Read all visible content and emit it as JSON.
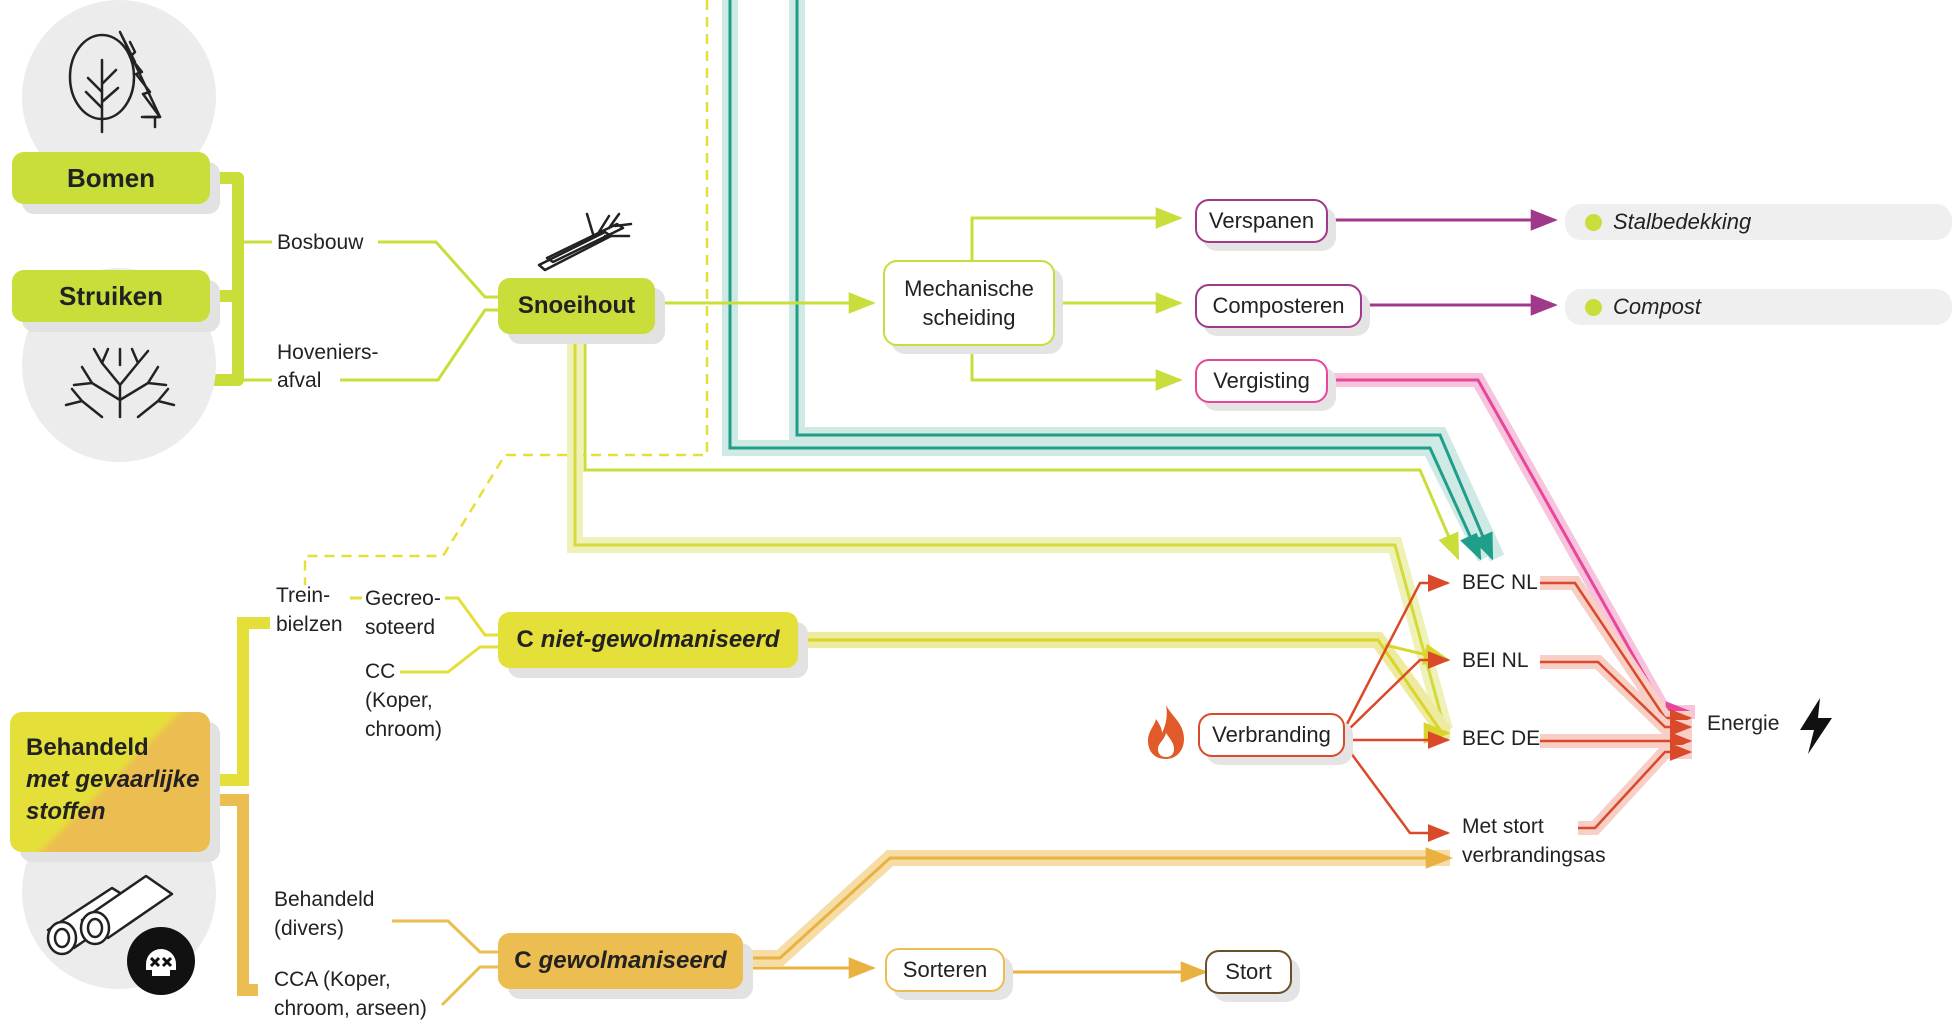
{
  "colors": {
    "lime": "#c9de3a",
    "yellow": "#e5df3a",
    "orange": "#ecbd50",
    "purple": "#a0388c",
    "pink": "#e8469a",
    "red": "#d9492a",
    "teal": "#1f9e8a",
    "brown": "#6b4f2a"
  },
  "sources": {
    "bomen": "Bomen",
    "struiken": "Struiken",
    "behandeld_line1": "Behandeld",
    "behandeld_line2": "met gevaarlijke",
    "behandeld_line3": "stoffen"
  },
  "labels": {
    "bosbouw": "Bosbouw",
    "hoveniersafval_1": "Hoveniers-",
    "hoveniersafval_2": "afval",
    "treinbielzen_1": "Trein-",
    "treinbielzen_2": "bielzen",
    "gecreosoteerd_1": "Gecreo-",
    "gecreosoteerd_2": "soteerd",
    "cc_1": "CC",
    "cc_2": "(Koper,",
    "cc_3": "chroom)",
    "behandeld_divers_1": "Behandeld",
    "behandeld_divers_2": "(divers)",
    "cca_1": "CCA (Koper,",
    "cca_2": "chroom, arseen)"
  },
  "categories": {
    "snoeihout": "Snoeihout",
    "c_niet_prefix": "C",
    "c_niet_italic": "niet-gewolmaniseerd",
    "c_gew_prefix": "C",
    "c_gew_italic": "gewolmaniseerd"
  },
  "processes": {
    "mechanische_1": "Mechanische",
    "mechanische_2": "scheiding",
    "verspanen": "Verspanen",
    "composteren": "Composteren",
    "vergisting": "Vergisting",
    "verbranding": "Verbranding",
    "sorteren": "Sorteren",
    "stort": "Stort"
  },
  "products": {
    "stalbedekking": "Stalbedekking",
    "compost": "Compost"
  },
  "destinations": {
    "bec_nl": "BEC NL",
    "bei_nl": "BEI NL",
    "bec_de": "BEC DE",
    "met_stort_1": "Met stort",
    "met_stort_2": "verbrandingsas",
    "energie": "Energie"
  },
  "icons": {
    "trees": "trees-icon",
    "shrub": "shrub-icon",
    "branches": "branches-icon",
    "logs": "logs-icon",
    "skull": "skull-icon",
    "flame": "flame-icon",
    "lightning": "lightning-icon"
  }
}
